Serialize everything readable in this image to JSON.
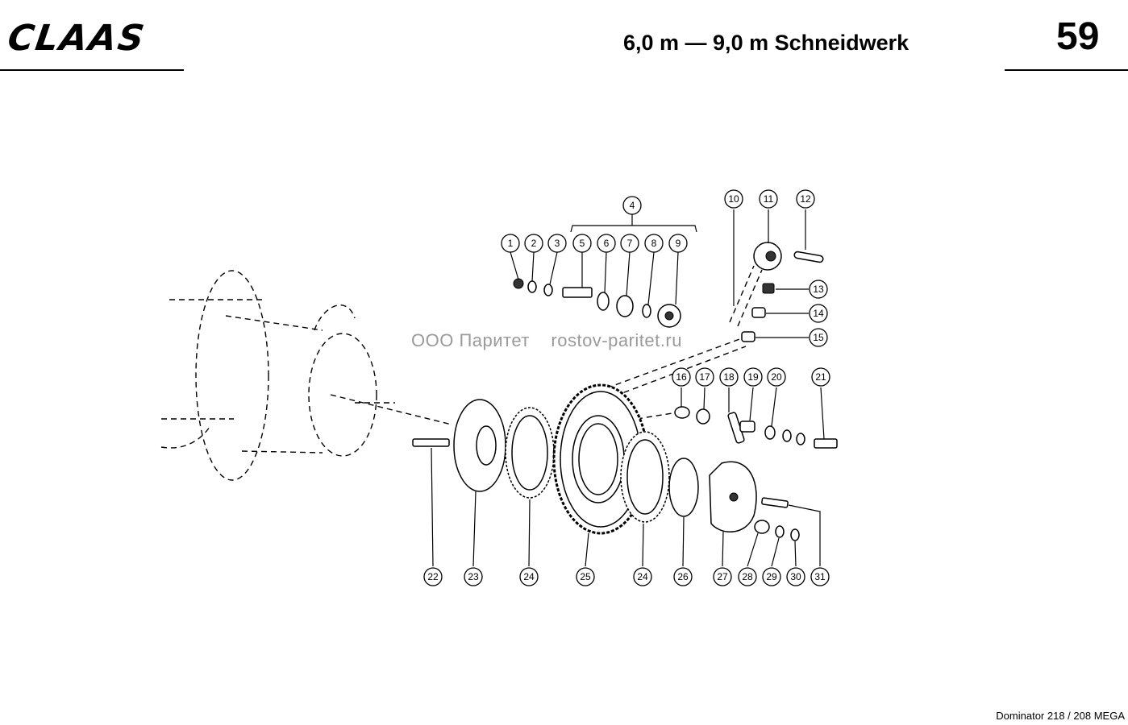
{
  "header": {
    "logo": "CLAAS",
    "title": "6,0 m — 9,0 m Schneidwerk",
    "page_number": "59"
  },
  "watermark": {
    "company": "ООО Паритет",
    "site": "rostov-paritet.ru"
  },
  "footer": {
    "model": "Dominator 218 / 208 MEGA"
  },
  "callouts": [
    "1",
    "2",
    "3",
    "4",
    "5",
    "6",
    "7",
    "8",
    "9",
    "10",
    "11",
    "12",
    "13",
    "14",
    "15",
    "16",
    "17",
    "18",
    "19",
    "20",
    "21",
    "22",
    "23",
    "24",
    "25",
    "24",
    "26",
    "27",
    "28",
    "29",
    "30",
    "31"
  ]
}
